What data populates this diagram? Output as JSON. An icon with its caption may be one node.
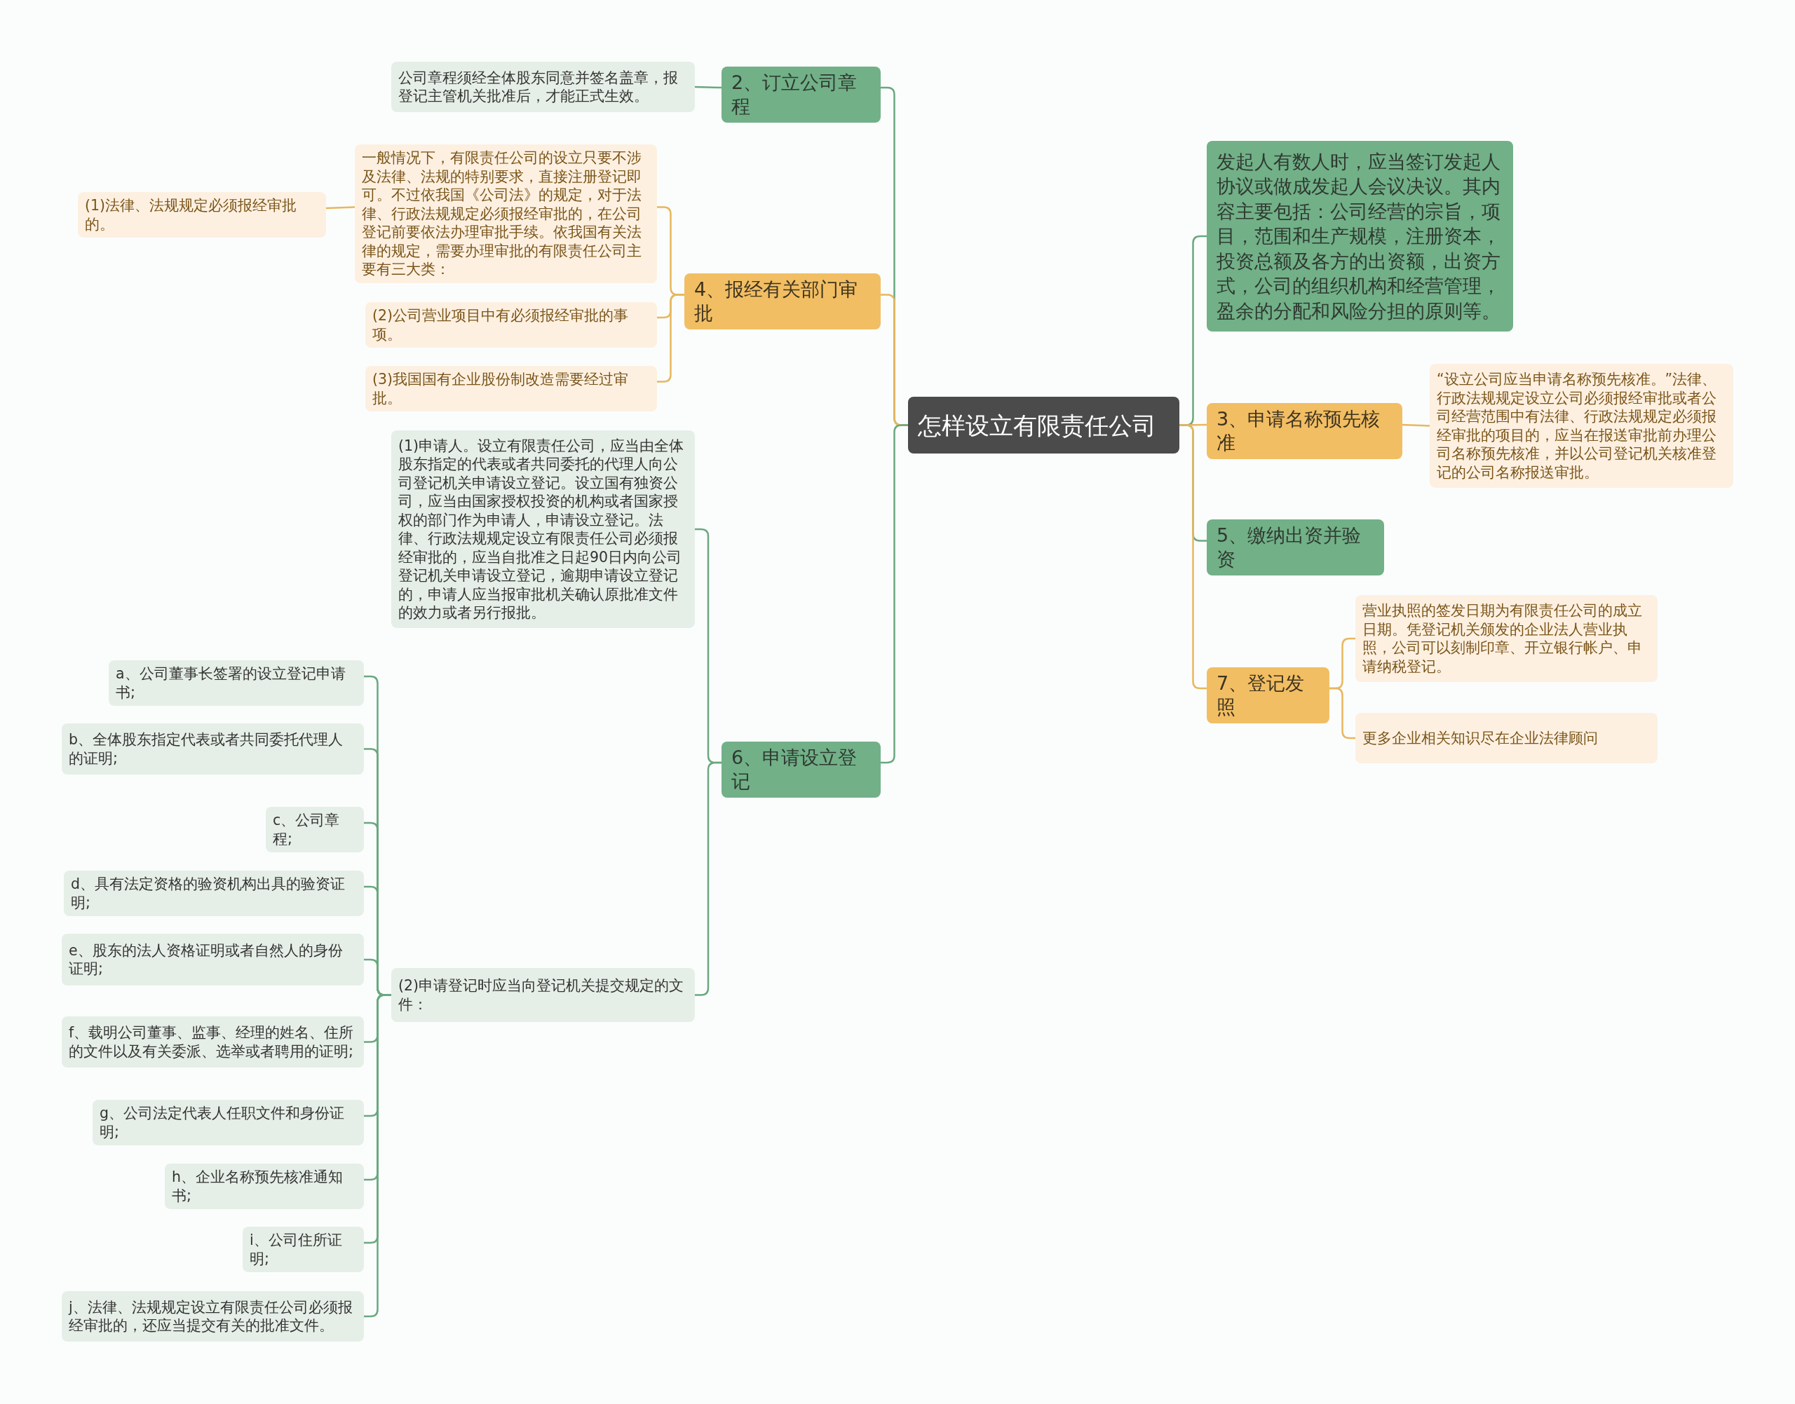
{
  "diagram": {
    "nodes": [
      {
        "text": [
          "怎样设立有限责任公司"
        ]
      },
      {
        "text": [
          "2、订立公司章程"
        ]
      },
      {
        "text": [
          "公司章程须经全体股东同意并签名盖章，报登记主管机关批准后，才能正式生效。"
        ]
      },
      {
        "text": [
          "4、报经有关部门审批"
        ]
      },
      {
        "text": [
          "一般情况下，有限责任公司的设立只要不涉及法律、法规的特别要求，直接注册登记即可。不过依我国《公司法》的规定，对于法律、行政法规规定必须报经审批的，在公司登记前要依法办理审批手续。依我国有关法律的规定，需要办理审批的有限责任公司主要有三大类："
        ]
      },
      {
        "text": [
          "(1)法律、法规规定必须报经审批的。"
        ]
      },
      {
        "text": [
          "(2)公司营业项目中有必须报经审批的事项。"
        ]
      },
      {
        "text": [
          "(3)我国国有企业股份制改造需要经过审批。"
        ]
      },
      {
        "text": [
          "6、申请设立登记"
        ]
      },
      {
        "text": [
          "(1)申请人。设立有限责任公司，应当由全体股东指定的代表或者共同委托的代理人向公司登记机关申请设立登记。设立国有独资公司，应当由国家授权投资的机构或者国家授权的部门作为申请人，申请设立登记。法律、行政法规规定设立有限责任公司必须报经审批的，应当自批准之日起90日内向公司登记机关申请设立登记，逾期申请设立登记的，申请人应当报审批机关确认原批准文件的效力或者另行报批。"
        ]
      },
      {
        "text": [
          "(2)申请登记时应当向登记机关提交规定的文件："
        ]
      },
      {
        "text": [
          "a、公司董事长签署的设立登记申请书;"
        ]
      },
      {
        "text": [
          "b、全体股东指定代表或者共同委托代理人的证明;"
        ]
      },
      {
        "text": [
          "c、公司章程;"
        ]
      },
      {
        "text": [
          "d、具有法定资格的验资机构出具的验资证明;"
        ]
      },
      {
        "text": [
          "e、股东的法人资格证明或者自然人的身份证明;"
        ]
      },
      {
        "text": [
          "f、载明公司董事、监事、经理的姓名、住所的文件以及有关委派、选举或者聘用的证明;"
        ]
      },
      {
        "text": [
          "g、公司法定代表人任职文件和身份证明;"
        ]
      },
      {
        "text": [
          "h、企业名称预先核准通知书;"
        ]
      },
      {
        "text": [
          "i、公司住所证明;"
        ]
      },
      {
        "text": [
          "j、法律、法规规定设立有限责任公司必须报经审批的，还应当提交有关的批准文件。"
        ]
      },
      {
        "text": [
          "发起人有数人时，应当签订发起人协议或做成发起人会议决议。其内容主要包括：公司经营的宗旨，项目，范围和生产规模，注册资本，投资总额及各方的出资额，出资方式，公司的组织机构和经营管理，盈余的分配和风险分担的原则等。"
        ]
      },
      {
        "text": [
          "3、申请名称预先核准"
        ]
      },
      {
        "text": [
          "“设立公司应当申请名称预先核准。”法律、行政法规规定设立公司必须报经审批或者公司经营范围中有法律、行政法规规定必须报经审批的项目的，应当在报送审批前办理公司名称预先核准，并以公司登记机关核准登记的公司名称报送审批。"
        ]
      },
      {
        "text": [
          "5、缴纳出资并验资"
        ]
      },
      {
        "text": [
          "7、登记发照"
        ]
      },
      {
        "text": [
          "营业执照的签发日期为有限责任公司的成立日期。凭登记机关颁发的企业法人营业执照，公司可以刻制印章、开立银行帐户、申请纳税登记。"
        ]
      },
      {
        "text": [
          "更多企业相关知识尽在企业法律顾问"
        ]
      }
    ],
    "edges": [
      {
        "from": 0,
        "to": 1,
        "arrow": "none"
      },
      {
        "from": 0,
        "to": 3,
        "arrow": "none",
        "color": "#e8b75e"
      },
      {
        "from": 0,
        "to": 8,
        "arrow": "none"
      },
      {
        "from": 0,
        "to": 21,
        "arrow": "none"
      },
      {
        "from": 0,
        "to": 22,
        "arrow": "none",
        "color": "#e8b75e"
      },
      {
        "from": 0,
        "to": 24,
        "arrow": "none"
      },
      {
        "from": 0,
        "to": 25,
        "arrow": "none",
        "color": "#e8b75e"
      },
      {
        "from": 1,
        "to": 2,
        "arrow": "none"
      },
      {
        "from": 3,
        "to": 4,
        "arrow": "none",
        "color": "#e8b75e"
      },
      {
        "from": 4,
        "to": 5,
        "arrow": "none",
        "color": "#e8b75e"
      },
      {
        "from": 3,
        "to": 6,
        "arrow": "none",
        "color": "#e8b75e"
      },
      {
        "from": 3,
        "to": 7,
        "arrow": "none",
        "color": "#e8b75e"
      },
      {
        "from": 8,
        "to": 9,
        "arrow": "none"
      },
      {
        "from": 8,
        "to": 10,
        "arrow": "none"
      },
      {
        "from": 10,
        "to": 11,
        "arrow": "none"
      },
      {
        "from": 10,
        "to": 12,
        "arrow": "none"
      },
      {
        "from": 10,
        "to": 13,
        "arrow": "none"
      },
      {
        "from": 10,
        "to": 14,
        "arrow": "none"
      },
      {
        "from": 10,
        "to": 15,
        "arrow": "none"
      },
      {
        "from": 10,
        "to": 16,
        "arrow": "none"
      },
      {
        "from": 10,
        "to": 17,
        "arrow": "none"
      },
      {
        "from": 10,
        "to": 18,
        "arrow": "none"
      },
      {
        "from": 10,
        "to": 19,
        "arrow": "none"
      },
      {
        "from": 10,
        "to": 20,
        "arrow": "none"
      },
      {
        "from": 22,
        "to": 23,
        "arrow": "none",
        "color": "#e8b75e"
      },
      {
        "from": 25,
        "to": 26,
        "arrow": "none",
        "color": "#e8b75e"
      },
      {
        "from": 25,
        "to": 27,
        "arrow": "none",
        "color": "#e8b75e"
      }
    ]
  }
}
